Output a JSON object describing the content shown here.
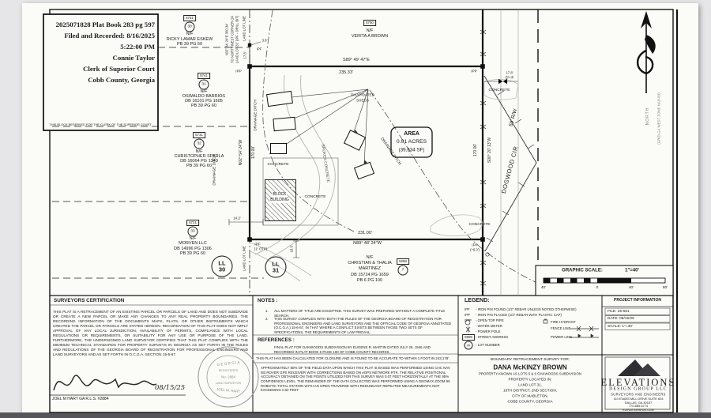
{
  "stamp": {
    "line1": "2025071828 Plat Book 283 pg 597",
    "line2": "Filed and Recorded: 8/16/2025",
    "line3": "5:22:00 PM",
    "line4": "Connie Taylor",
    "line5": "Clerk of Superior Court",
    "line6": "Cobb County, Georgia",
    "reserved": "THIS BLOCK RESERVED FOR THE CLERK OF THE SUPERIOR COURT"
  },
  "ann": {
    "nf": "N/F",
    "ipp": "IPP",
    "ipf": "IPF",
    "otp": "(1\" OTP)",
    "plus6": "(+6.0')",
    "concrete": "CONCRETE",
    "drainage": "DRAINAGE DITCH",
    "broken": "BROKEN CONCRETE",
    "block1": "BLOCK",
    "block2": "BUILDING",
    "sheds1": "DILAPIDATED",
    "sheds2": "SHEDS",
    "area1": "AREA",
    "area2": "0.91 ACRES",
    "area3": "(39,634 SF)",
    "land_lot_line": "LAND LOT LINE",
    "ll": "LL",
    "ll30": "30",
    "ll31": "31",
    "road_rw": "50' R/W",
    "road_name": "DOGWOOD CIR",
    "north": "NORTH",
    "grid": "(GRID-GA WEST ZONE NAD-83)",
    "nw_note1": "N02° 34' 24\"E   350.34'",
    "nw_note2": "TO NORTHWEST CORNER OF",
    "nw_note3": "LAND LOT 31' (IPF - DRILL BIT)",
    "dim_3_8": "3.8'",
    "dim_17_8": "17.8'",
    "dim_14_2": "14.2'",
    "dim_18_3": "18.3'",
    "dim_ep1": "17.8'",
    "dim_ep2": "EP-IP"
  },
  "boundary": {
    "north_bearing": "S89° 49' 47\"E",
    "north_dist": "235.33'",
    "south_dist": "231.00'",
    "south_bearing": "N89° 48' 24\"W",
    "west_bearing": "N02° 54' 24\"W",
    "west_dist": "170.00'",
    "east_dist": "170.00'",
    "east_bearing": "S00° 20' 13\"W"
  },
  "parcels": {
    "eskew": {
      "address": "5751",
      "lot": "30",
      "name": "RICKY LAMAR ESKEW",
      "ref1": "PB 39 PG 60"
    },
    "barrios": {
      "address": "5741",
      "lot": "31",
      "name": "OSWALDO BARRIOS",
      "ref1": "DB 16101 PG 1605",
      "ref2": "PB 39 PG 60"
    },
    "sparla": {
      "address": "5731",
      "lot": "32",
      "name": "CHRISTOPHER SPARLA",
      "ref1": "DB 16064 PG 1349",
      "ref2": "PB 39 PG 60"
    },
    "morven": {
      "address": "5721",
      "lot": "33",
      "name": "MORVEN LLC",
      "ref1": "DB 14996 PG 1306",
      "ref2": "PB 39 PG 60"
    },
    "brown": {
      "address": "5760",
      "name": "VERITA A BROWN"
    },
    "martinez": {
      "address": "5298",
      "lot": "7",
      "name1": "CHRISTIAN & THALIA",
      "name2": "MARTINEZ",
      "ref1": "DB 15724 PG 1659",
      "ref2": "PB 6 PG 100"
    }
  },
  "scalebar": {
    "title": "GRAPHIC SCALE:",
    "ratio": "1\"=40'",
    "l40a": "40'",
    "l0": "0",
    "l40b": "40'",
    "l80": "80'"
  },
  "certification": {
    "title": "SURVEYORS CERTIFICATION",
    "body": "THIS PLAT IS A RETRACEMENT OF AN EXISTING PARCEL OR PARCELS OF LAND AND DOES NOT SUBDIVIDE OR CREATE A NEW PARCEL OR MAKE ANY CHANGES TO ANY REAL PROPERTY BOUNDARIES. THE RECORDING INFORMATION OF THE DOCUMENTS MAPS, PLATS, OR OTHER INSTRUMENTS WHICH CREATED THE PARCEL OR PARCELS ARE STATED HEREON.  RECORDATION OF THIS PLAT DOES NOT IMPLY APPROVAL OF ANY LOCAL JURISDICTION, AVAILABILITY OF PERMITS, COMPLIANCE WITH LOCAL REGULATIONS OR REQUIREMENTS, OR SUITABILITY FOR ANY USE OR PURPOSE OF THE LAND. FURTHERMORE, THE UNDERSIGNED LAND SURVEYOR CERTIFIES THAT THIS PLAT COMPLIES WITH THE MINIMUM TECHNICAL STANDARDS FOR PROPERTY SURVEYS IN GEORGIA AS SET FORTH IN THE RULES AND REGULATIONS OF THE GEORGIA BOARD OF REGISTRATION FOR PROFESSIONAL ENGINEERS AND LAND SURVEYORS  AND AS SET FORTH IN O.C.G.A. SECTION 15-6-67.",
    "signer": "JOEL M HART    GA R.L.S.   #2884",
    "date": "08/15/25",
    "seal_state": "G E O R G I A",
    "seal_reg": "REGISTERED",
    "seal_no": "No. 2884",
    "seal_title": "LAND SURVEYOR",
    "seal_name": "JOEL M. HART"
  },
  "notes": {
    "title": "NOTES :",
    "n1": "1.",
    "note1": "ALL MATTERS OF TITLE ARE EXCEPTED. THIS SURVEY WAS PREPARED WITHOUT A COMPLETE TITLE SEARCH.",
    "n2": "2.",
    "note2": "THIS SURVEY COMPLIES WITH BOTH THE RULES OF THE GEORGIA BOARD OF REGISTRATION FOR PROFESSIONAL ENGINEERS AND LAND SURVEYORS AND THE OFFICIAL CODE OF GEORGIA ANNOTATED (O.C.G.A.) 15-6-67, IN THAT WHERE A CONFLICT EXISTS BETWEEN THOSE TWO SETS OF SPECIFICATIONS, THE REQUIREMENTS OF LAW PREVAIL.",
    "ref_title": "REFERENCES :",
    "ref_body": "FINAL PLAT FOR OAKWOODS SUBDIVISION BY EUGENE R. MARTIN DATED JULY 26, 1946 AND RECORDED IN PLAT BOOK 6 PAGE 100 OF COBB COUNTY RECORDS.",
    "closure": "THIS PLAT HAS BEEN CALCULATED FOR CLOSURE AND IS FOUND TO BE ACCURATE TO WITHIN 1 FOOT IN 243,178'.",
    "gps": "APPROXIMATELY 80% OF THE FIELD DATA UPON WHICH THIS PLAT IS BASED WAS PERFORMED USING CHC NAV I83 ROVER GPS RECEIVER WITH CORRECTIONS BASED ON eGPS NETWORK RTK. THE RELATIVE POSITIONAL ACCURACY OBTAINED ON THE POINTS UTILIZED FOR THIS SURVEY WAS 0.07 FEET HORIZONTALLY AT THE 95% CONFIDENCE LEVEL. THE REMAINDER OF THE DATA COLLECTED WAS PERFORMED USING A GEOMAX ZOOM 95 ROBOTIC TOTAL STATION WITH AN OPEN TRAVERSE WITH REDUNDANT REPEATED MEASUREMENTS NOT EXCEEDING 0.02 FEET."
  },
  "legend": {
    "title": "LEGEND:",
    "ipf_abbr": "IPF",
    "ipf_text": "- IRON PIN FOUND (1/2\" REBAR UNLESS NOTED OTHERWISE)",
    "ipp_abbr": "IPP",
    "ipp_text": "- IRON PIN PLACED (1/2\" REBAR WITH PLASTIC CAP)",
    "otp_abbr": "OTP",
    "otp_text": "- OPEN TOP PIPE",
    "wm_text": "- WATER METER",
    "pp_text": "- POWER POLE",
    "addr_abbr": "5999",
    "addr_text": "- STREET ADDRESS",
    "lot_abbr": "##",
    "lot_text": "- LOT NUMBER",
    "hydrant": "FIRE HYDRANT",
    "fence": "FENCE LINE",
    "power": "POWER LINE"
  },
  "titleblock": {
    "l1": "BOUNDARY RETRACEMENT SURVEY  FOR:",
    "name": "DANA McKINZY BROWN",
    "l3": "PROPERTY KNOWN AS LOTS 5 & 6  OAKWOODS SUBDIVISION",
    "l4": "PROPERTY LOCATED IN:",
    "l5": "LAND LOT 31,",
    "l6": "18TH DISTRICT, 2ND SECTION,",
    "l7": "CITY OF MABLETON,",
    "l8": "COBB COUNTY, GEORGIA"
  },
  "project": {
    "title": "PROJECT INFORMATION",
    "file": "FILE: 25-561",
    "date": "DATE: 08/15/25",
    "scale": "SCALE: 1\"=40'"
  },
  "firm": {
    "name": "ELEVATIONS",
    "sub": "DESIGN GROUP LLC",
    "tag": "SURVEYORS AND ENGINEERS",
    "addr1": "110 EVANS MILL DRIVE SUITE 603",
    "addr2": "DALLAS, GA 30157",
    "phone": "770-865-6774",
    "web": "ELEVATIONSEDG.COM"
  }
}
